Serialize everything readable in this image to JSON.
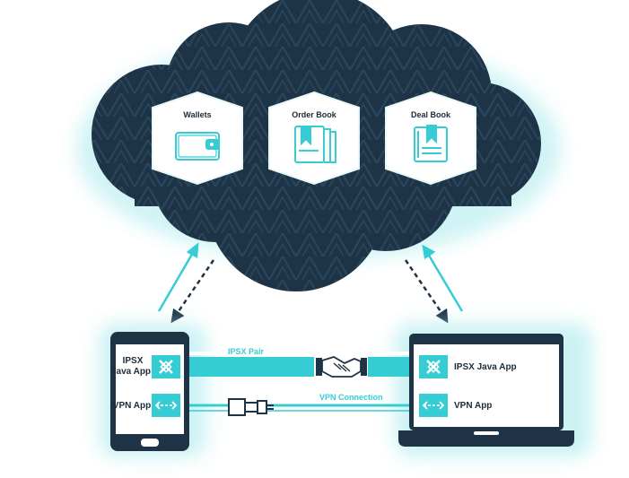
{
  "cloud": {
    "items": [
      {
        "label": "Wallets",
        "icon": "wallet-icon"
      },
      {
        "label": "Order Book",
        "icon": "order-book-icon"
      },
      {
        "label": "Deal Book",
        "icon": "deal-book-icon"
      }
    ]
  },
  "phone": {
    "apps": [
      {
        "label_line1": "IPSX",
        "label_line2": "Java App",
        "icon": "ipsx-logo-icon"
      },
      {
        "label_line1": "VPN App",
        "label_line2": "",
        "icon": "vpn-arrows-icon"
      }
    ]
  },
  "laptop": {
    "apps": [
      {
        "label": "IPSX Java App",
        "icon": "ipsx-logo-icon"
      },
      {
        "label": "VPN App",
        "icon": "vpn-arrows-icon"
      }
    ]
  },
  "links": {
    "pair_label": "IPSX Pair",
    "vpn_label": "VPN Connection"
  },
  "colors": {
    "navy": "#1e3346",
    "navy_pattern": "#2a4459",
    "teal": "#35cdd3",
    "teal_dark": "#1fb3bd",
    "white": "#ffffff",
    "text": "#1c2b3a"
  }
}
